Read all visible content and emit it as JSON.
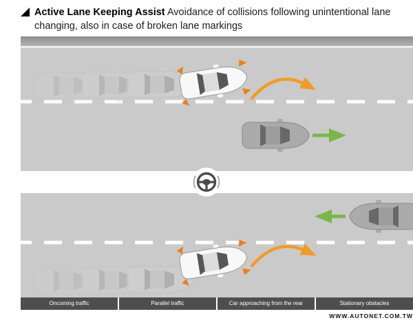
{
  "header": {
    "marker_icon": "triangle-marker",
    "title_bold": "Active Lane Keeping Assist",
    "title_rest": "Avoidance of collisions following unintentional lane changing, also in case of broken lane markings"
  },
  "diagram": {
    "scenarios": [
      "drifting car corrected back into lane (top carriageway)",
      "drifting car corrected away from oncoming traffic (bottom carriageway)"
    ],
    "icons": [
      "steering-wheel-icon",
      "correction-arrow-icon",
      "traffic-direction-arrow-icon",
      "warning-sparks-icon"
    ]
  },
  "legend": {
    "items": [
      "Oncoming traffic",
      "Parallel traffic",
      "Car approaching from the rear",
      "Stationary obstacles"
    ]
  },
  "watermark": "WWW.AUTONET.COM.TW",
  "colors": {
    "road": "#cacaca",
    "shoulder": "#9c9c9c",
    "lane_marking": "#ffffff",
    "accent_orange": "#f09c28",
    "accent_green": "#7ab648",
    "legend_bg": "#4e4e4e",
    "text": "#000000"
  }
}
